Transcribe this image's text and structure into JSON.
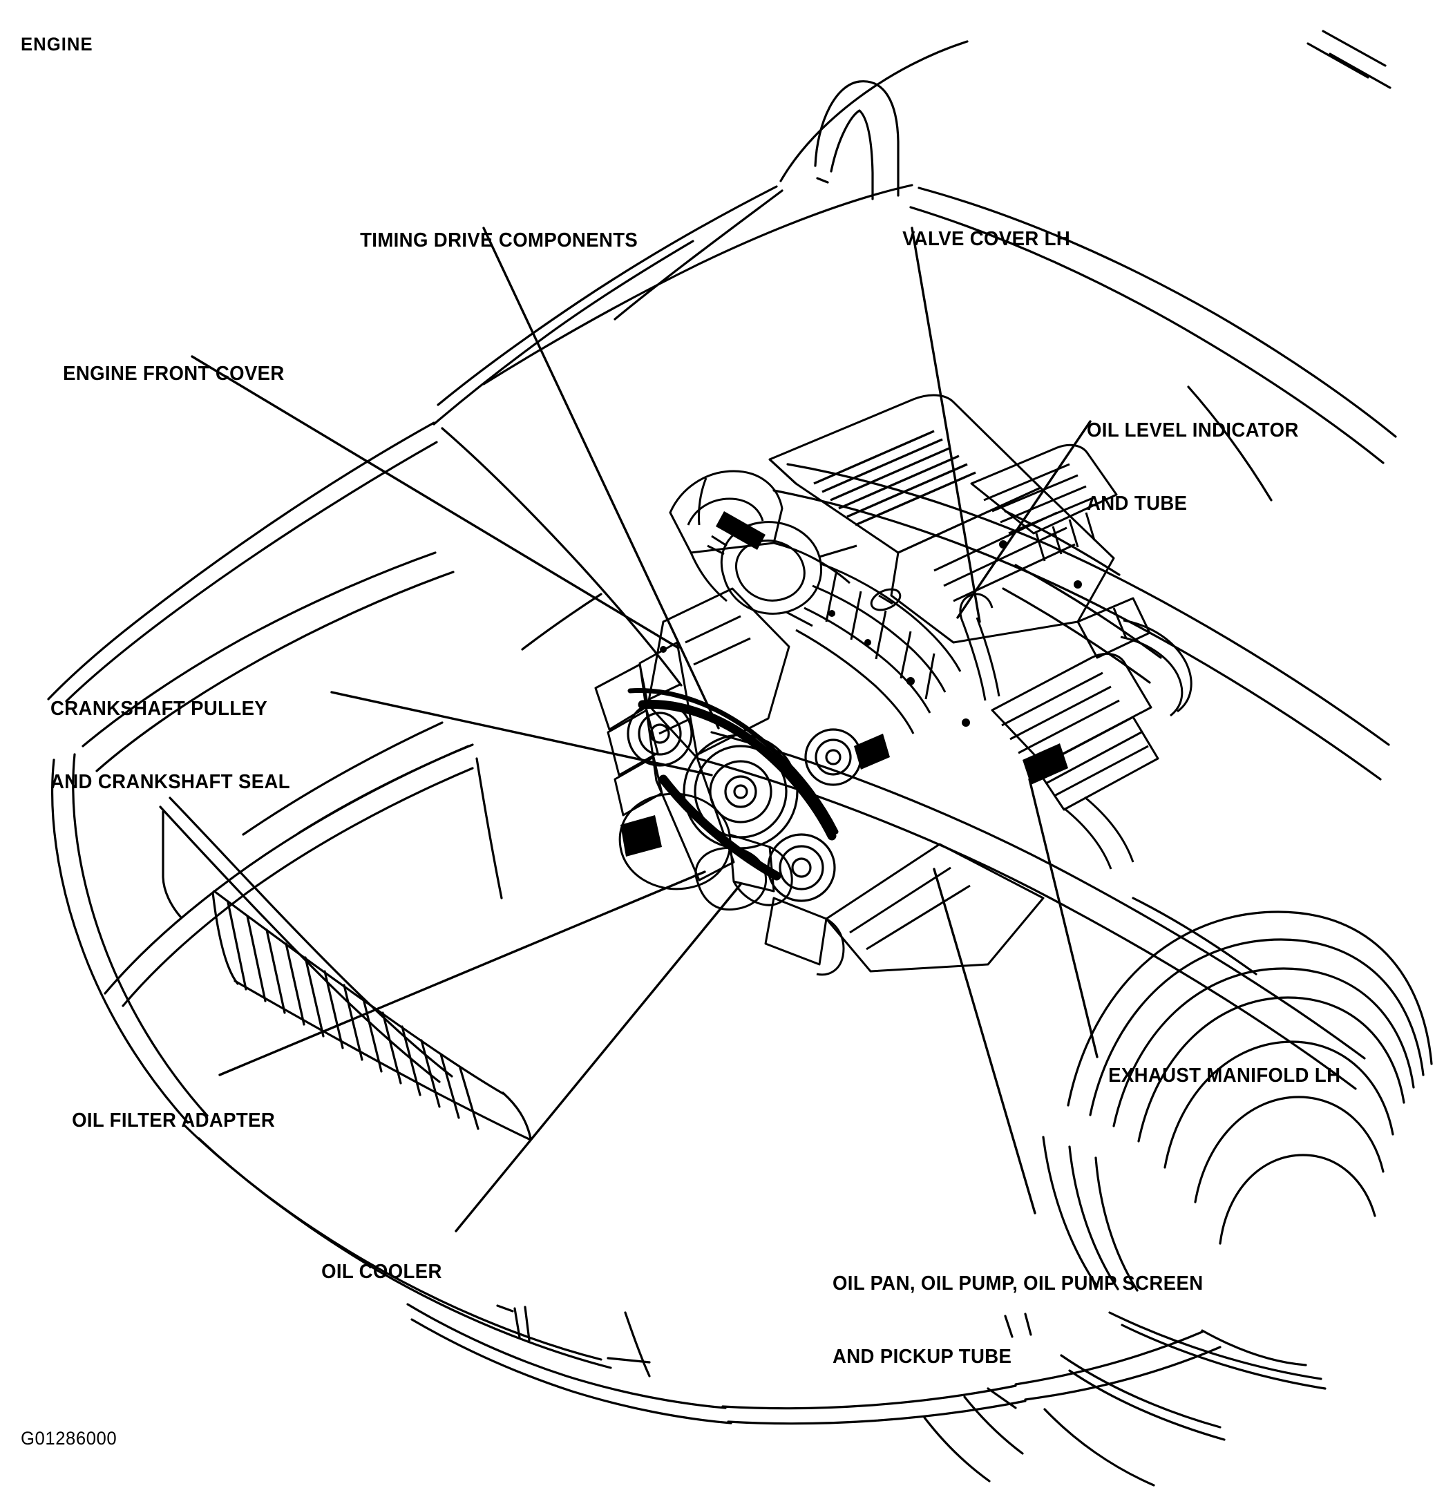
{
  "document": {
    "title": "ENGINE",
    "figure_id": "G01286000",
    "ink_color": "#000000",
    "background_color": "#ffffff",
    "subject": "engine component location diagram"
  },
  "callouts": [
    {
      "id": "timing-drive-components",
      "lines": [
        "TIMING DRIVE COMPONENTS"
      ]
    },
    {
      "id": "valve-cover-lh",
      "lines": [
        "VALVE COVER LH"
      ]
    },
    {
      "id": "engine-front-cover",
      "lines": [
        "ENGINE FRONT COVER"
      ]
    },
    {
      "id": "oil-level-indicator",
      "lines": [
        "OIL LEVEL INDICATOR",
        "AND TUBE"
      ]
    },
    {
      "id": "crankshaft-pulley",
      "lines": [
        "CRANKSHAFT PULLEY",
        "AND CRANKSHAFT SEAL"
      ]
    },
    {
      "id": "oil-filter-adapter",
      "lines": [
        "OIL FILTER ADAPTER"
      ]
    },
    {
      "id": "exhaust-manifold-lh",
      "lines": [
        "EXHAUST MANIFOLD LH"
      ]
    },
    {
      "id": "oil-cooler",
      "lines": [
        "OIL COOLER"
      ]
    },
    {
      "id": "oil-pan-pump",
      "lines": [
        "OIL PAN, OIL PUMP, OIL PUMP SCREEN",
        "AND PICKUP TUBE"
      ]
    }
  ],
  "labels": {
    "timing_l1": "TIMING DRIVE COMPONENTS",
    "valve_l1": "VALVE COVER LH",
    "front_l1": "ENGINE FRONT COVER",
    "oillevel_l1": "OIL LEVEL INDICATOR",
    "oillevel_l2": "AND TUBE",
    "crank_l1": "CRANKSHAFT PULLEY",
    "crank_l2": "AND CRANKSHAFT SEAL",
    "filter_l1": "OIL FILTER ADAPTER",
    "exhaust_l1": "EXHAUST MANIFOLD LH",
    "cooler_l1": "OIL COOLER",
    "oilpan_l1": "OIL PAN, OIL PUMP, OIL PUMP SCREEN",
    "oilpan_l2": "AND PICKUP TUBE"
  }
}
